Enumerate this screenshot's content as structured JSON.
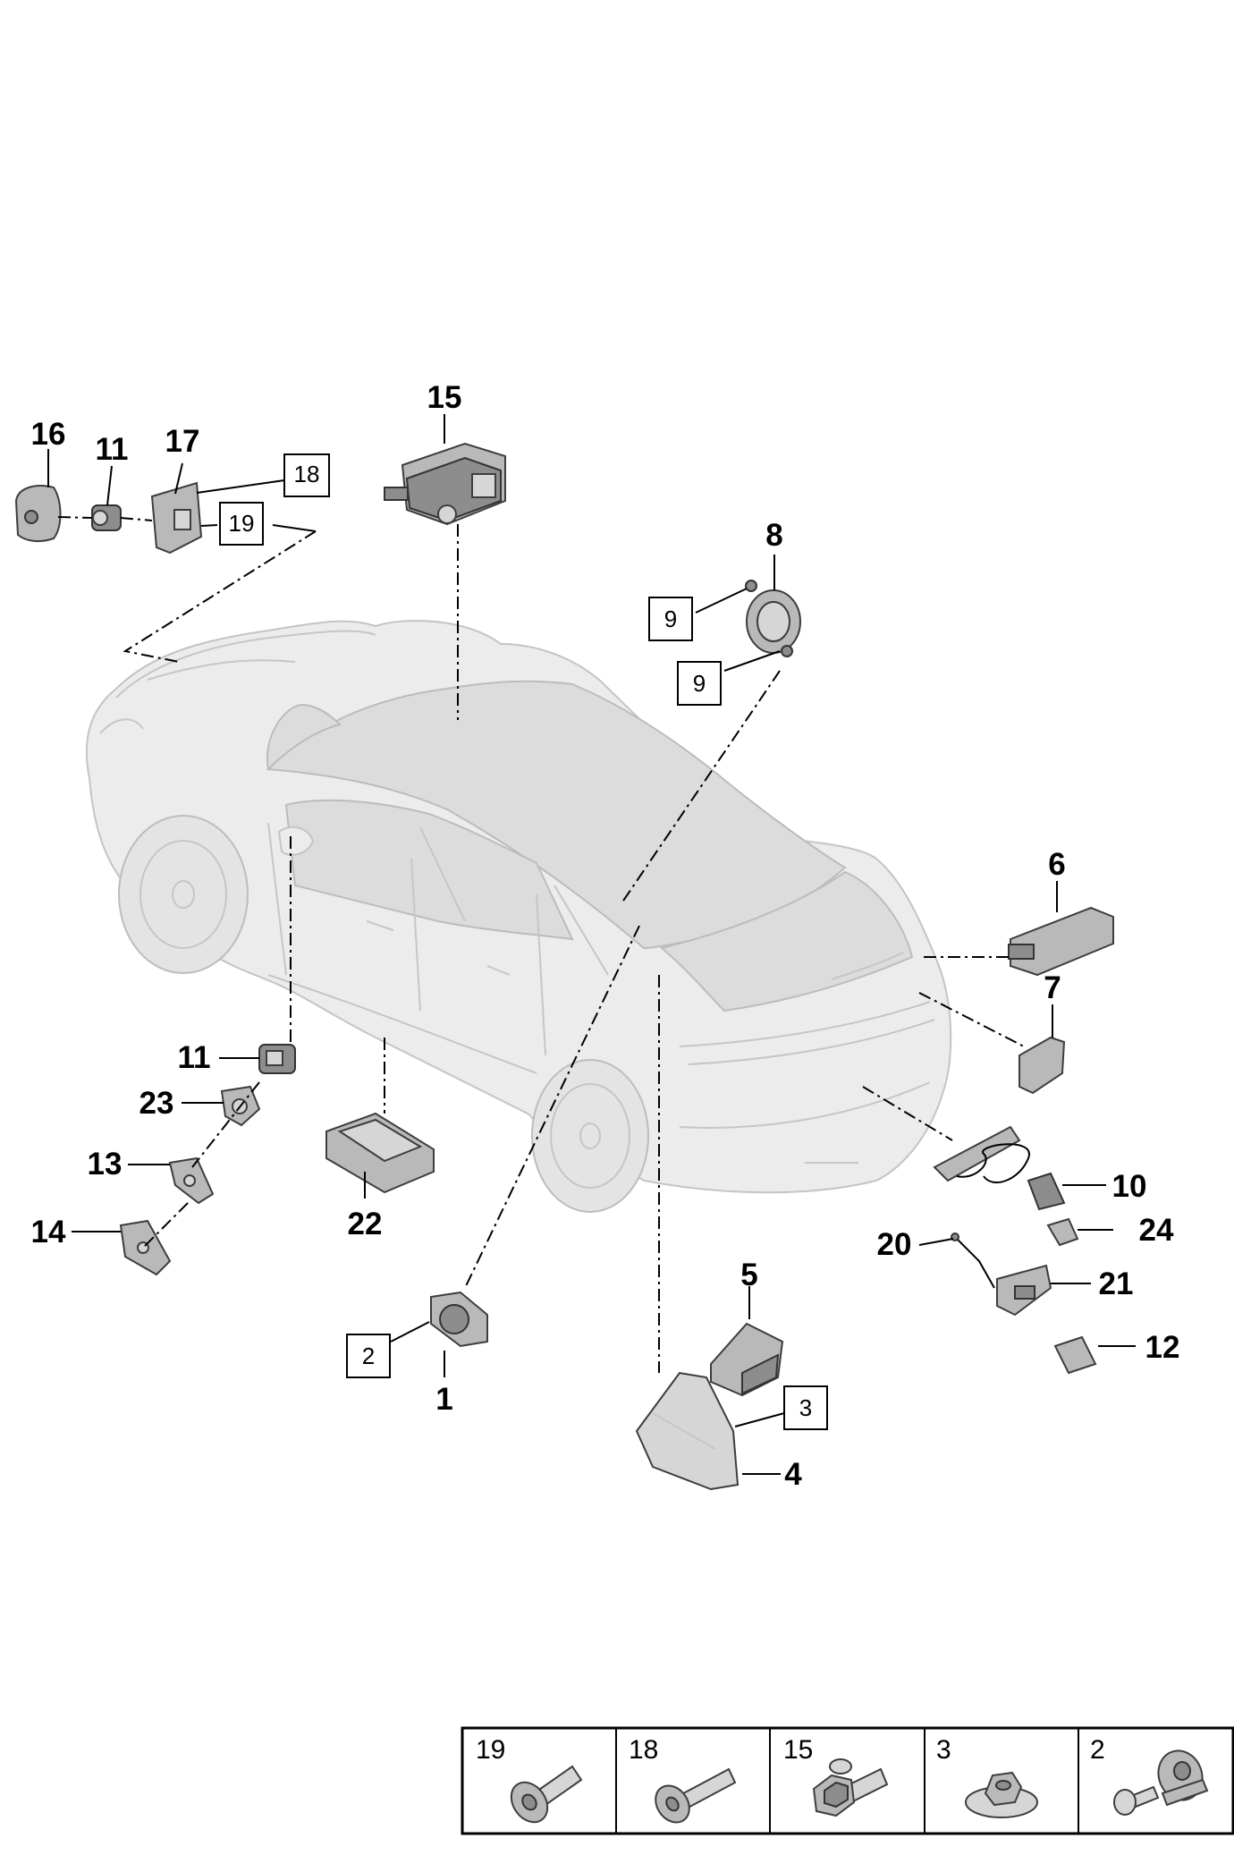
{
  "callouts": {
    "c15": "15",
    "c16": "16",
    "c11a": "11",
    "c17": "17",
    "c18": "18",
    "c19": "19",
    "c8": "8",
    "c9a": "9",
    "c9b": "9",
    "c6": "6",
    "c7": "7",
    "c11b": "11",
    "c23": "23",
    "c13": "13",
    "c14": "14",
    "c22": "22",
    "c2": "2",
    "c1": "1",
    "c5": "5",
    "c3": "3",
    "c4": "4",
    "c10": "10",
    "c20": "20",
    "c24": "24",
    "c21": "21",
    "c12": "12"
  },
  "legend": [
    {
      "number": "19",
      "icon": "flange-bolt-icon"
    },
    {
      "number": "18",
      "icon": "flange-bolt-icon"
    },
    {
      "number": "15",
      "icon": "hex-collar-bolt-icon"
    },
    {
      "number": "3",
      "icon": "flange-nut-icon"
    },
    {
      "number": "2",
      "icon": "expansion-rivet-icon"
    }
  ]
}
